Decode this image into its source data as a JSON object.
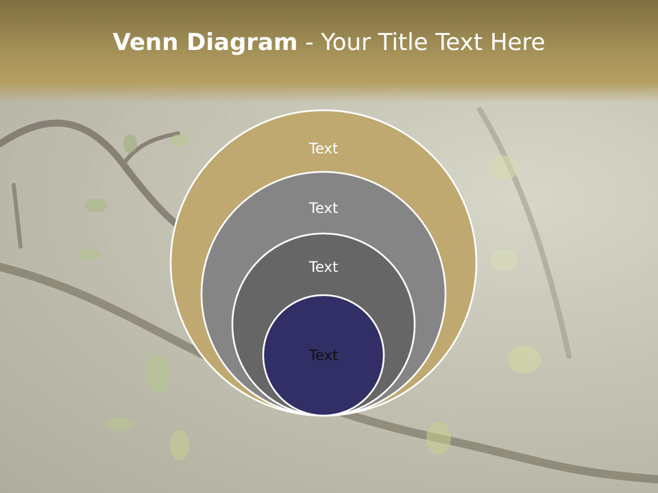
{
  "title": {
    "bold": "Venn Diagram",
    "rest": " - Your Title Text Here"
  },
  "rings": [
    {
      "label": "Text",
      "fill": "#bfa971",
      "text_color": "#ffffff"
    },
    {
      "label": "Text",
      "fill": "#858585",
      "text_color": "#ffffff"
    },
    {
      "label": "Text",
      "fill": "#666666",
      "text_color": "#ffffff"
    },
    {
      "label": "Text",
      "fill": "#322f66",
      "text_color": "#111111"
    }
  ],
  "colors": {
    "header": "#a8945a",
    "ring_stroke": "#ffffff"
  }
}
